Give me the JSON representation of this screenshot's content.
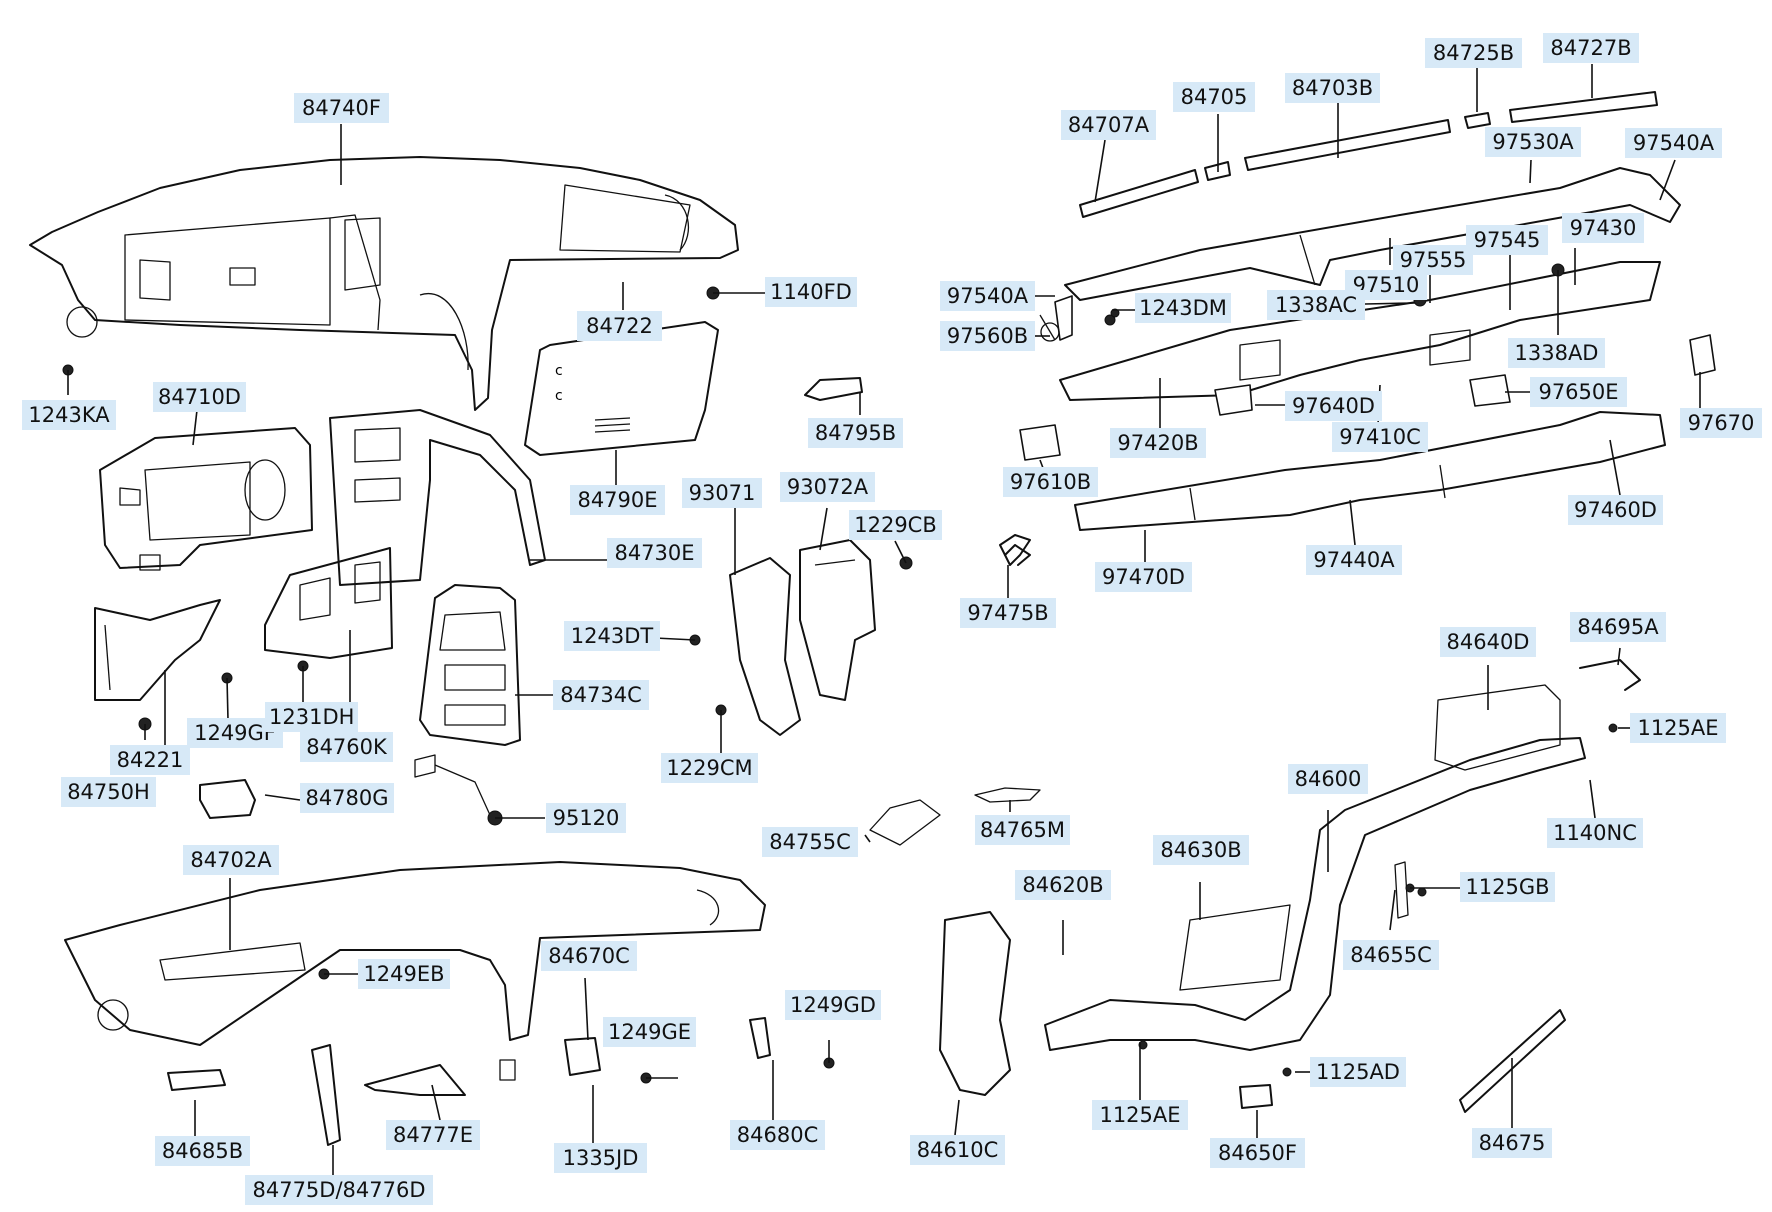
{
  "parts": {
    "p84740F": "84740F",
    "p1243KA": "1243KA",
    "p84722": "84722",
    "p1140FD": "1140FD",
    "p84710D": "84710D",
    "p84790E": "84790E",
    "p84795B": "84795B",
    "p84730E": "84730E",
    "p93071": "93071",
    "p93072A": "93072A",
    "p1229CB": "1229CB",
    "p1243DT": "1243DT",
    "p84734C": "84734C",
    "p1249GF": "1249GF",
    "p1231DH": "1231DH",
    "p84221": "84221",
    "p84760K": "84760K",
    "p84750H": "84750H",
    "p1229CM": "1229CM",
    "p84780G": "84780G",
    "p95120": "95120",
    "p84702A": "84702A",
    "p84755C": "84755C",
    "p84765M": "84765M",
    "p1249EB": "1249EB",
    "p84670C": "84670C",
    "p1249GD": "1249GD",
    "p1249GE": "1249GE",
    "p84685B": "84685B",
    "p84777E": "84777E",
    "p1335JD": "1335JD",
    "p84680C": "84680C",
    "p84775D": "84775D/84776D",
    "p84707A": "84707A",
    "p84705": "84705",
    "p84703B": "84703B",
    "p84725B": "84725B",
    "p84727B": "84727B",
    "p97530A": "97530A",
    "p97540A_top": "97540A",
    "p97540A_left": "97540A",
    "p1243DM": "1243DM",
    "p97510": "97510",
    "p97555": "97555",
    "p97545": "97545",
    "p97430": "97430",
    "p1338AC": "1338AC",
    "p97560B": "97560B",
    "p1338AD": "1338AD",
    "p97640D": "97640D",
    "p97650E": "97650E",
    "p97670": "97670",
    "p97420B": "97420B",
    "p97410C": "97410C",
    "p97610B": "97610B",
    "p97460D": "97460D",
    "p97470D": "97470D",
    "p97440A": "97440A",
    "p97475B": "97475B",
    "p84640D": "84640D",
    "p84695A": "84695A",
    "p1125AE_top": "1125AE",
    "p84600": "84600",
    "p1140NC": "1140NC",
    "p84630B": "84630B",
    "p1125GB": "1125GB",
    "p84620B": "84620B",
    "p84655C": "84655C",
    "p1125AD": "1125AD",
    "p1125AE_bottom": "1125AE",
    "p84610C": "84610C",
    "p84650F": "84650F",
    "p84675": "84675"
  },
  "colors": {
    "label_background": "#d7e9f7",
    "line": "#111111"
  }
}
